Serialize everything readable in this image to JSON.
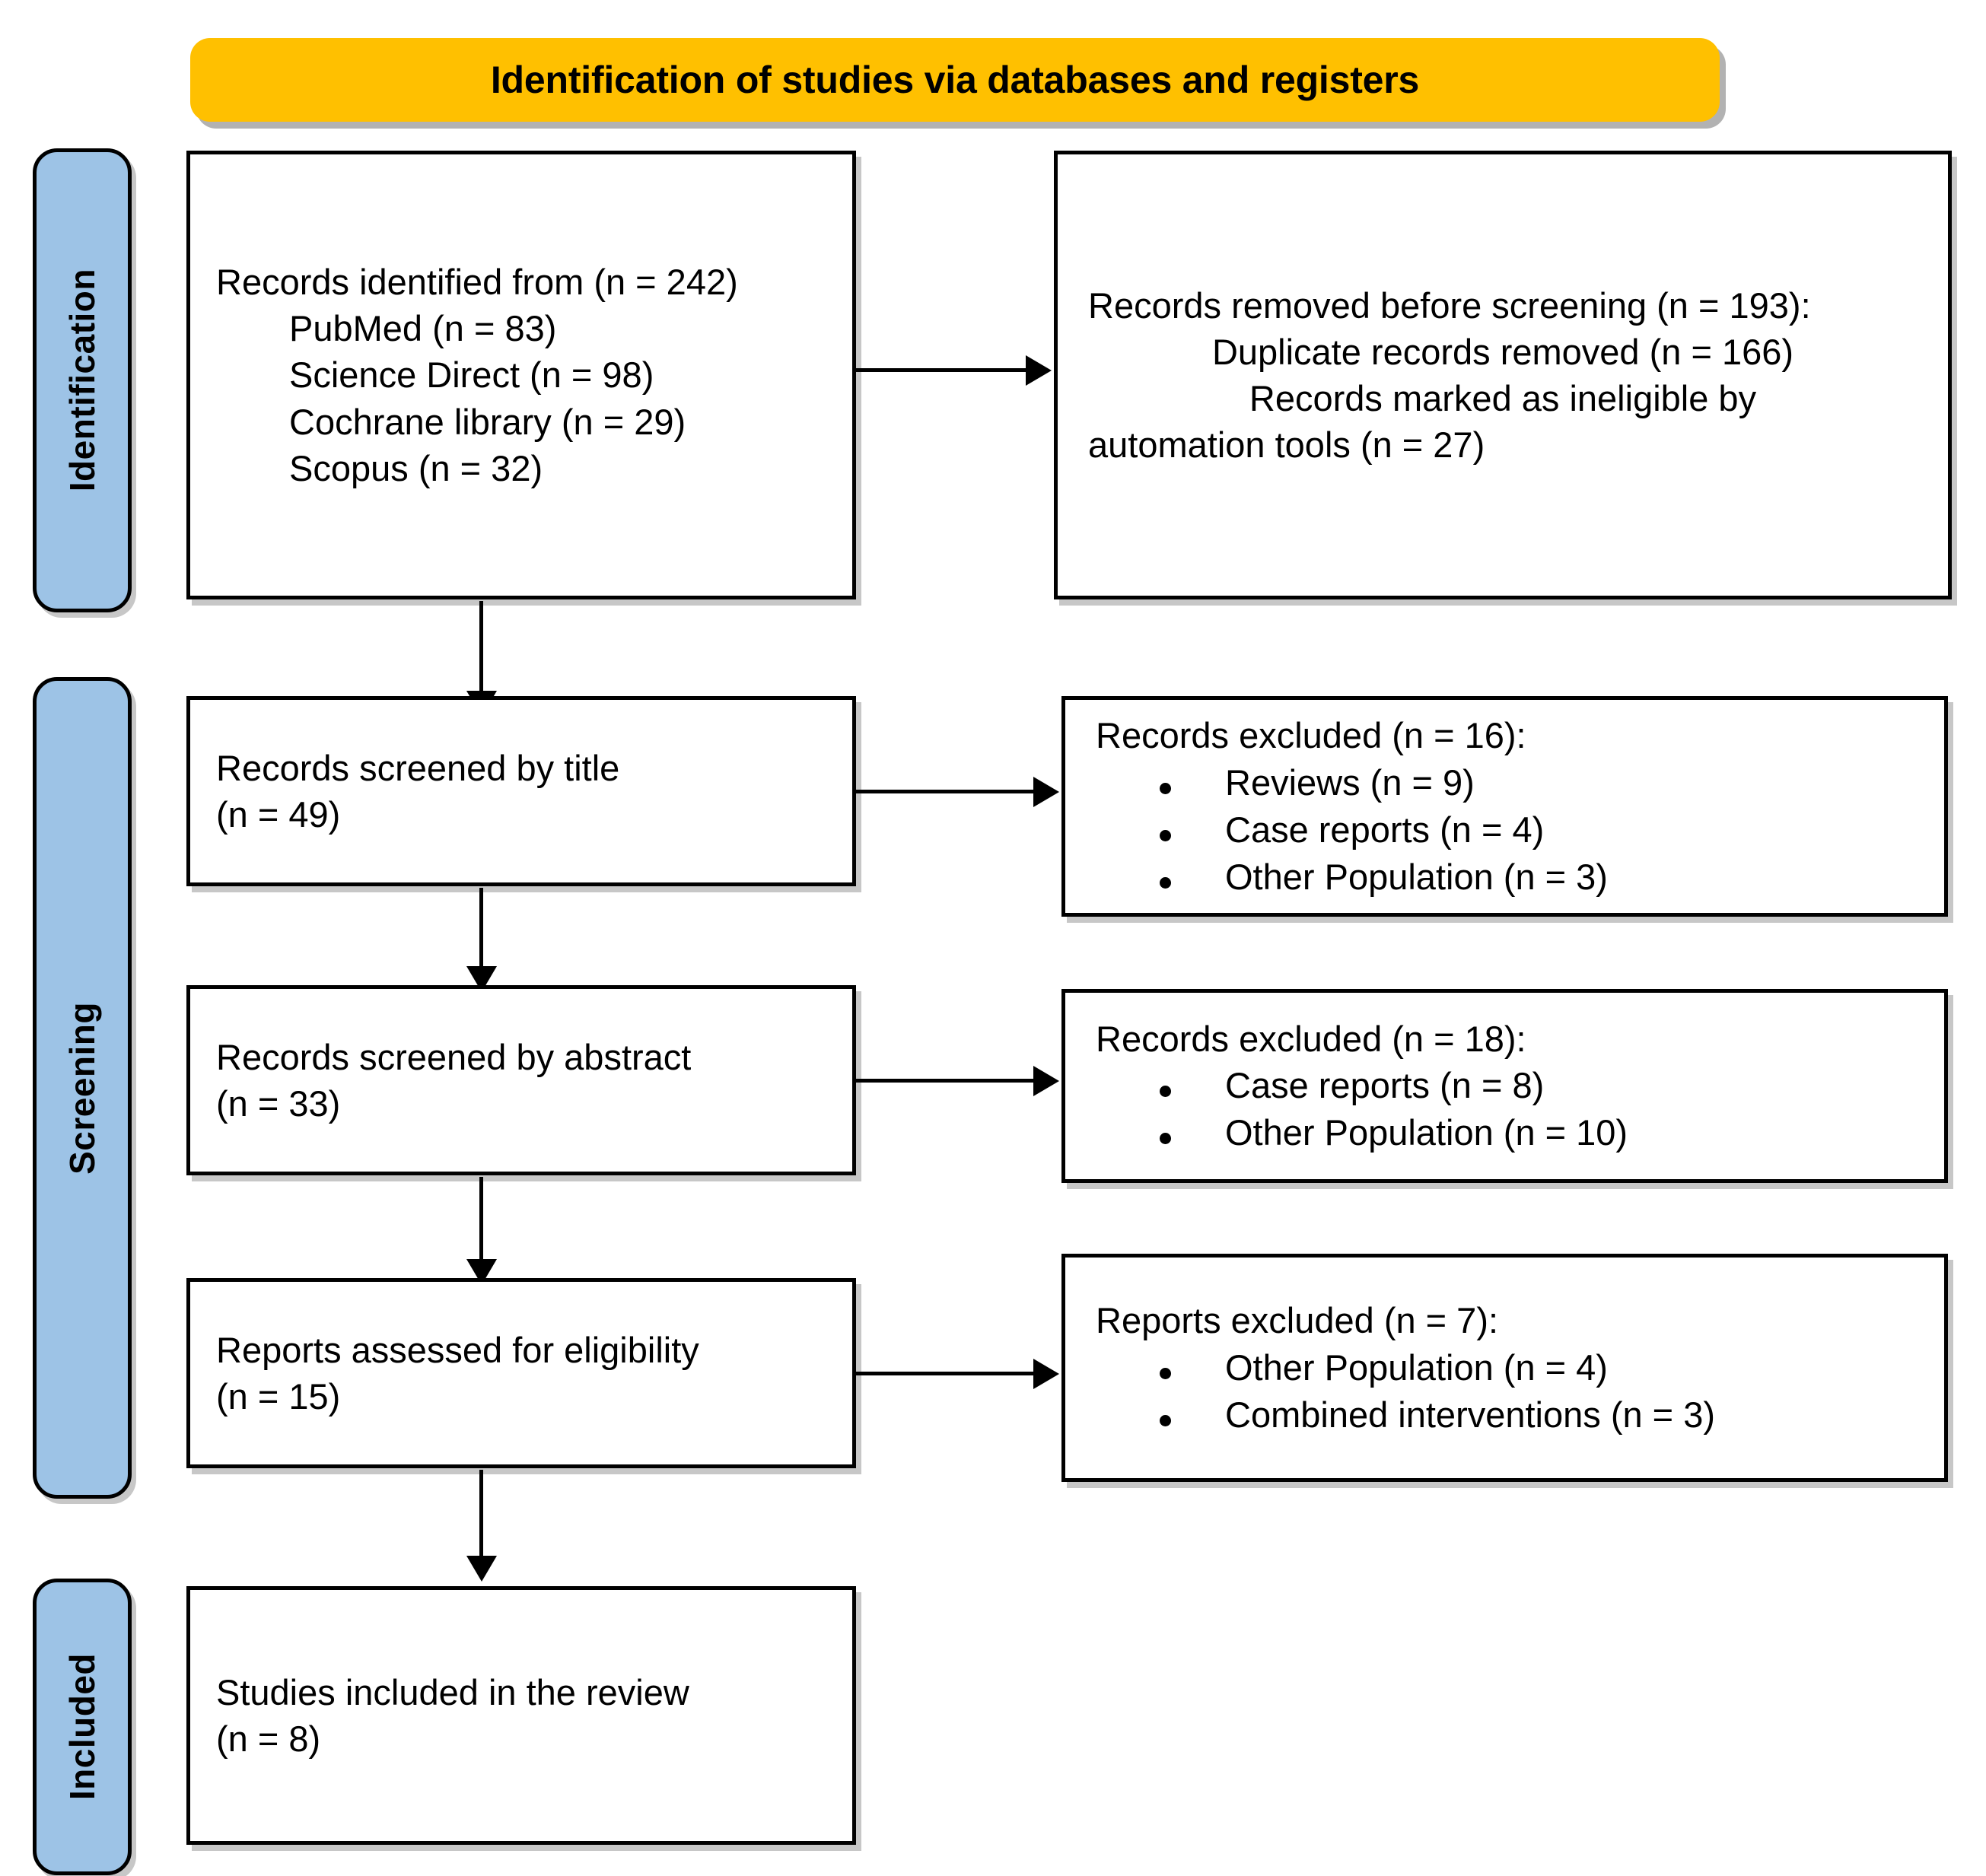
{
  "header": {
    "title": "Identification of studies via databases and registers",
    "color": "#FFC000"
  },
  "stages": [
    {
      "label": "Identification"
    },
    {
      "label": "Screening"
    },
    {
      "label": "Included"
    }
  ],
  "stage_color": "#9DC3E6",
  "boxes": {
    "identified": {
      "lines": [
        "Records identified from (n = 242)",
        "PubMed (n = 83)",
        "Science Direct (n = 98)",
        "Cochrane library (n = 29)",
        "Scopus (n = 32)"
      ]
    },
    "removed": {
      "lines": [
        "Records removed before screening (n = 193):",
        "Duplicate records removed (n = 166)",
        "Records marked as ineligible by",
        "automation tools (n = 27)"
      ]
    },
    "screened_title": {
      "lines": [
        "Records screened by title",
        "(n = 49)"
      ]
    },
    "excluded_title": {
      "heading": "Records excluded (n = 16):",
      "items": [
        "Reviews (n = 9)",
        "Case reports (n = 4)",
        "Other Population (n = 3)"
      ]
    },
    "screened_abstract": {
      "lines": [
        "Records screened by abstract",
        "(n = 33)"
      ]
    },
    "excluded_abstract": {
      "heading": "Records excluded (n = 18):",
      "items": [
        "Case reports (n = 8)",
        "Other Population (n = 10)"
      ]
    },
    "eligibility": {
      "lines": [
        "Reports assessed for eligibility",
        "(n = 15)"
      ]
    },
    "excluded_reports": {
      "heading": "Reports excluded (n = 7):",
      "items": [
        "Other Population (n = 4)",
        "Combined interventions (n = 3)"
      ]
    },
    "included": {
      "lines": [
        "Studies included in the review",
        "(n = 8)"
      ]
    }
  },
  "chart_data": {
    "type": "diagram",
    "title": "PRISMA 2020 flow diagram",
    "nodes": [
      {
        "id": "identified",
        "stage": "Identification",
        "label": "Records identified from",
        "n": 242,
        "sources": [
          {
            "name": "PubMed",
            "n": 83
          },
          {
            "name": "Science Direct",
            "n": 98
          },
          {
            "name": "Cochrane library",
            "n": 29
          },
          {
            "name": "Scopus",
            "n": 32
          }
        ]
      },
      {
        "id": "removed",
        "stage": "Identification",
        "label": "Records removed before screening",
        "n": 193,
        "reasons": [
          {
            "name": "Duplicate records removed",
            "n": 166
          },
          {
            "name": "Records marked as ineligible by automation tools",
            "n": 27
          }
        ]
      },
      {
        "id": "screened_title",
        "stage": "Screening",
        "label": "Records screened by title",
        "n": 49
      },
      {
        "id": "excluded_title",
        "stage": "Screening",
        "label": "Records excluded",
        "n": 16,
        "reasons": [
          {
            "name": "Reviews",
            "n": 9
          },
          {
            "name": "Case reports",
            "n": 4
          },
          {
            "name": "Other Population",
            "n": 3
          }
        ]
      },
      {
        "id": "screened_abstract",
        "stage": "Screening",
        "label": "Records screened by abstract",
        "n": 33
      },
      {
        "id": "excluded_abstract",
        "stage": "Screening",
        "label": "Records excluded",
        "n": 18,
        "reasons": [
          {
            "name": "Case reports",
            "n": 8
          },
          {
            "name": "Other Population",
            "n": 10
          }
        ]
      },
      {
        "id": "eligibility",
        "stage": "Screening",
        "label": "Reports assessed for eligibility",
        "n": 15
      },
      {
        "id": "excluded_reports",
        "stage": "Screening",
        "label": "Reports excluded",
        "n": 7,
        "reasons": [
          {
            "name": "Other Population",
            "n": 4
          },
          {
            "name": "Combined interventions",
            "n": 3
          }
        ]
      },
      {
        "id": "included",
        "stage": "Included",
        "label": "Studies included in the review",
        "n": 8
      }
    ],
    "edges": [
      {
        "from": "identified",
        "to": "removed",
        "dir": "right"
      },
      {
        "from": "identified",
        "to": "screened_title",
        "dir": "down"
      },
      {
        "from": "screened_title",
        "to": "excluded_title",
        "dir": "right"
      },
      {
        "from": "screened_title",
        "to": "screened_abstract",
        "dir": "down"
      },
      {
        "from": "screened_abstract",
        "to": "excluded_abstract",
        "dir": "right"
      },
      {
        "from": "screened_abstract",
        "to": "eligibility",
        "dir": "down"
      },
      {
        "from": "eligibility",
        "to": "excluded_reports",
        "dir": "right"
      },
      {
        "from": "eligibility",
        "to": "included",
        "dir": "down"
      }
    ]
  }
}
